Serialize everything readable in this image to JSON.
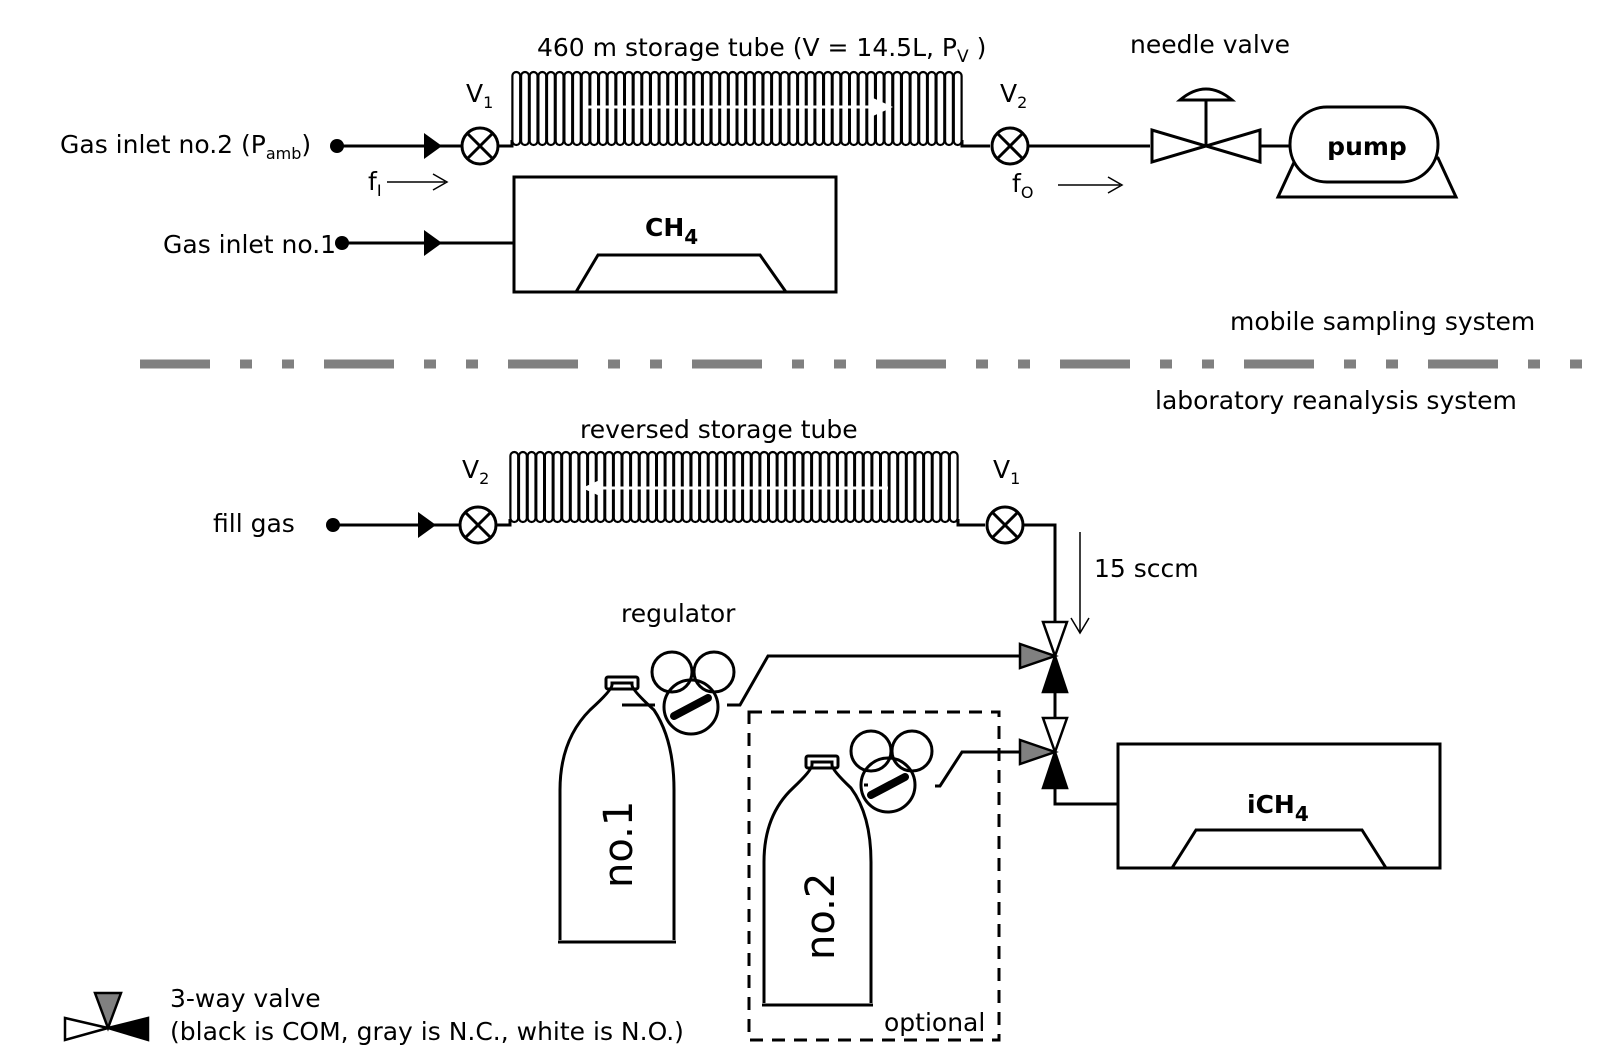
{
  "mobile": {
    "tube_label": "460 m storage tube (V = 14.5L, P",
    "tube_label_sub": "V",
    "tube_label_end": " )",
    "valve_in": "V",
    "valve_in_sub": "1",
    "valve_out": "V",
    "valve_out_sub": "2",
    "needle_valve": "needle valve",
    "pump": "pump",
    "inlet2": "Gas inlet no.2 (P",
    "inlet2_sub": "amb",
    "inlet2_end": ")",
    "inlet1": "Gas inlet no.1",
    "flow_in": "f",
    "flow_in_sub": "I",
    "flow_out": "f",
    "flow_out_sub": "O",
    "analyzer": "CH",
    "analyzer_sub": "4"
  },
  "separator": {
    "top_label": "mobile sampling system",
    "bottom_label": "laboratory reanalysis system",
    "color": "#808080"
  },
  "lab": {
    "tube_label": "reversed storage tube",
    "valve_left": "V",
    "valve_left_sub": "2",
    "valve_right": "V",
    "valve_right_sub": "1",
    "fill_gas": "fill gas",
    "flow_rate": "15 sccm",
    "regulator": "regulator",
    "cylinder1": "no.1",
    "cylinder2": "no.2",
    "optional": "optional",
    "analyzer": "iCH",
    "analyzer_sub": "4"
  },
  "legend": {
    "title": "3-way valve",
    "desc": "(black is COM, gray is N.C., white is N.O.)",
    "colors": {
      "com": "#000000",
      "nc": "#808080",
      "no": "#ffffff"
    }
  }
}
